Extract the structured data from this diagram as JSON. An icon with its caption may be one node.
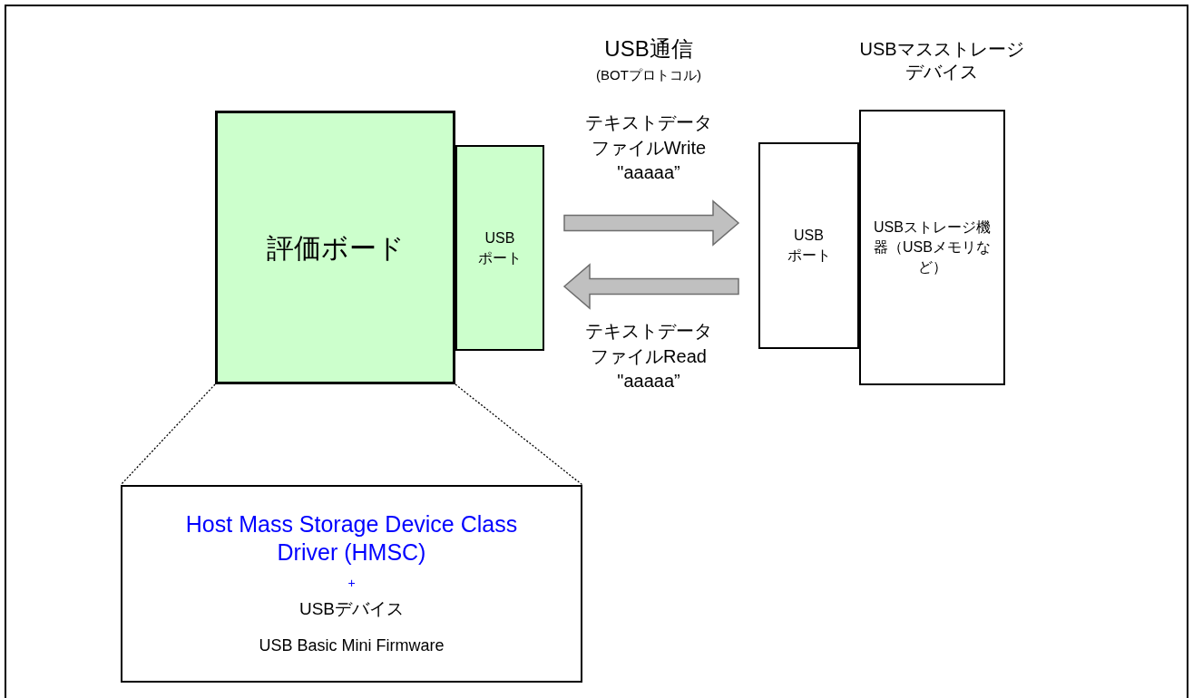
{
  "diagram": {
    "nodes": [
      {
        "text": [
          "評価ボード"
        ]
      },
      {
        "text": [
          "USB ポート"
        ]
      },
      {
        "text": [
          "USB ポート"
        ]
      },
      {
        "text": [
          "USBストレージ機器（USBメモリなど）"
        ],
        "beside": [
          "USBマスストレージデバイス"
        ]
      },
      {
        "text": [
          "Host Mass Storage Device Class Driver (HMSC)",
          "+",
          "USBデバイス",
          "USB Basic Mini Firmware"
        ]
      }
    ],
    "edges": [
      {
        "from": 1,
        "to": 2,
        "arrow": "to",
        "label": "テキストデータファイルWrite \"aaaaa”",
        "style": "thick"
      },
      {
        "from": 2,
        "to": 1,
        "arrow": "to",
        "label": "テキストデータファイルRead \"aaaaa”",
        "style": "thick"
      },
      {
        "from": 0,
        "to": 4,
        "arrow": "none",
        "style": "dashed"
      },
      {
        "from": 0,
        "to": 4,
        "arrow": "none",
        "style": "dashed"
      }
    ],
    "labels": [
      "USB通信",
      "(BOTプロトコル)"
    ]
  }
}
